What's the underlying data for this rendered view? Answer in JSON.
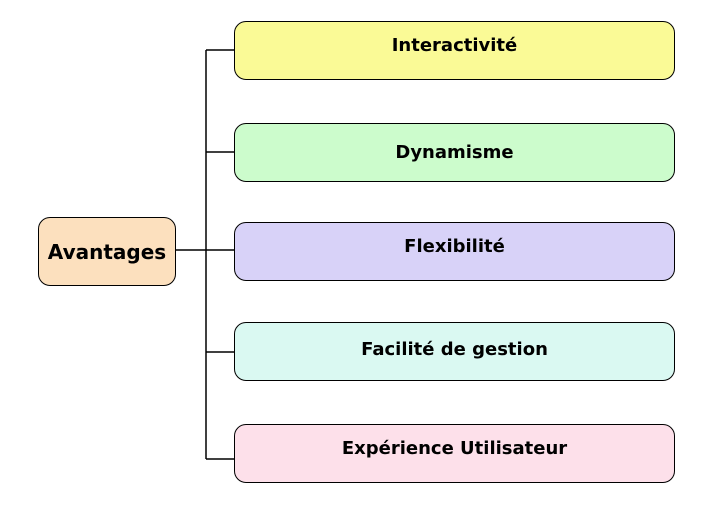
{
  "root": {
    "label": "Avantages",
    "color": "#fce0be"
  },
  "branches": [
    {
      "label": "Interactivité",
      "color": "#fafa96"
    },
    {
      "label": "Dynamisme",
      "color": "#ccfccc"
    },
    {
      "label": "Flexibilité",
      "color": "#d8d2f8"
    },
    {
      "label": "Facilité de gestion",
      "color": "#daf9f2"
    },
    {
      "label": "Expérience Utilisateur",
      "color": "#fde0ea"
    }
  ],
  "connector_color": "#000000"
}
